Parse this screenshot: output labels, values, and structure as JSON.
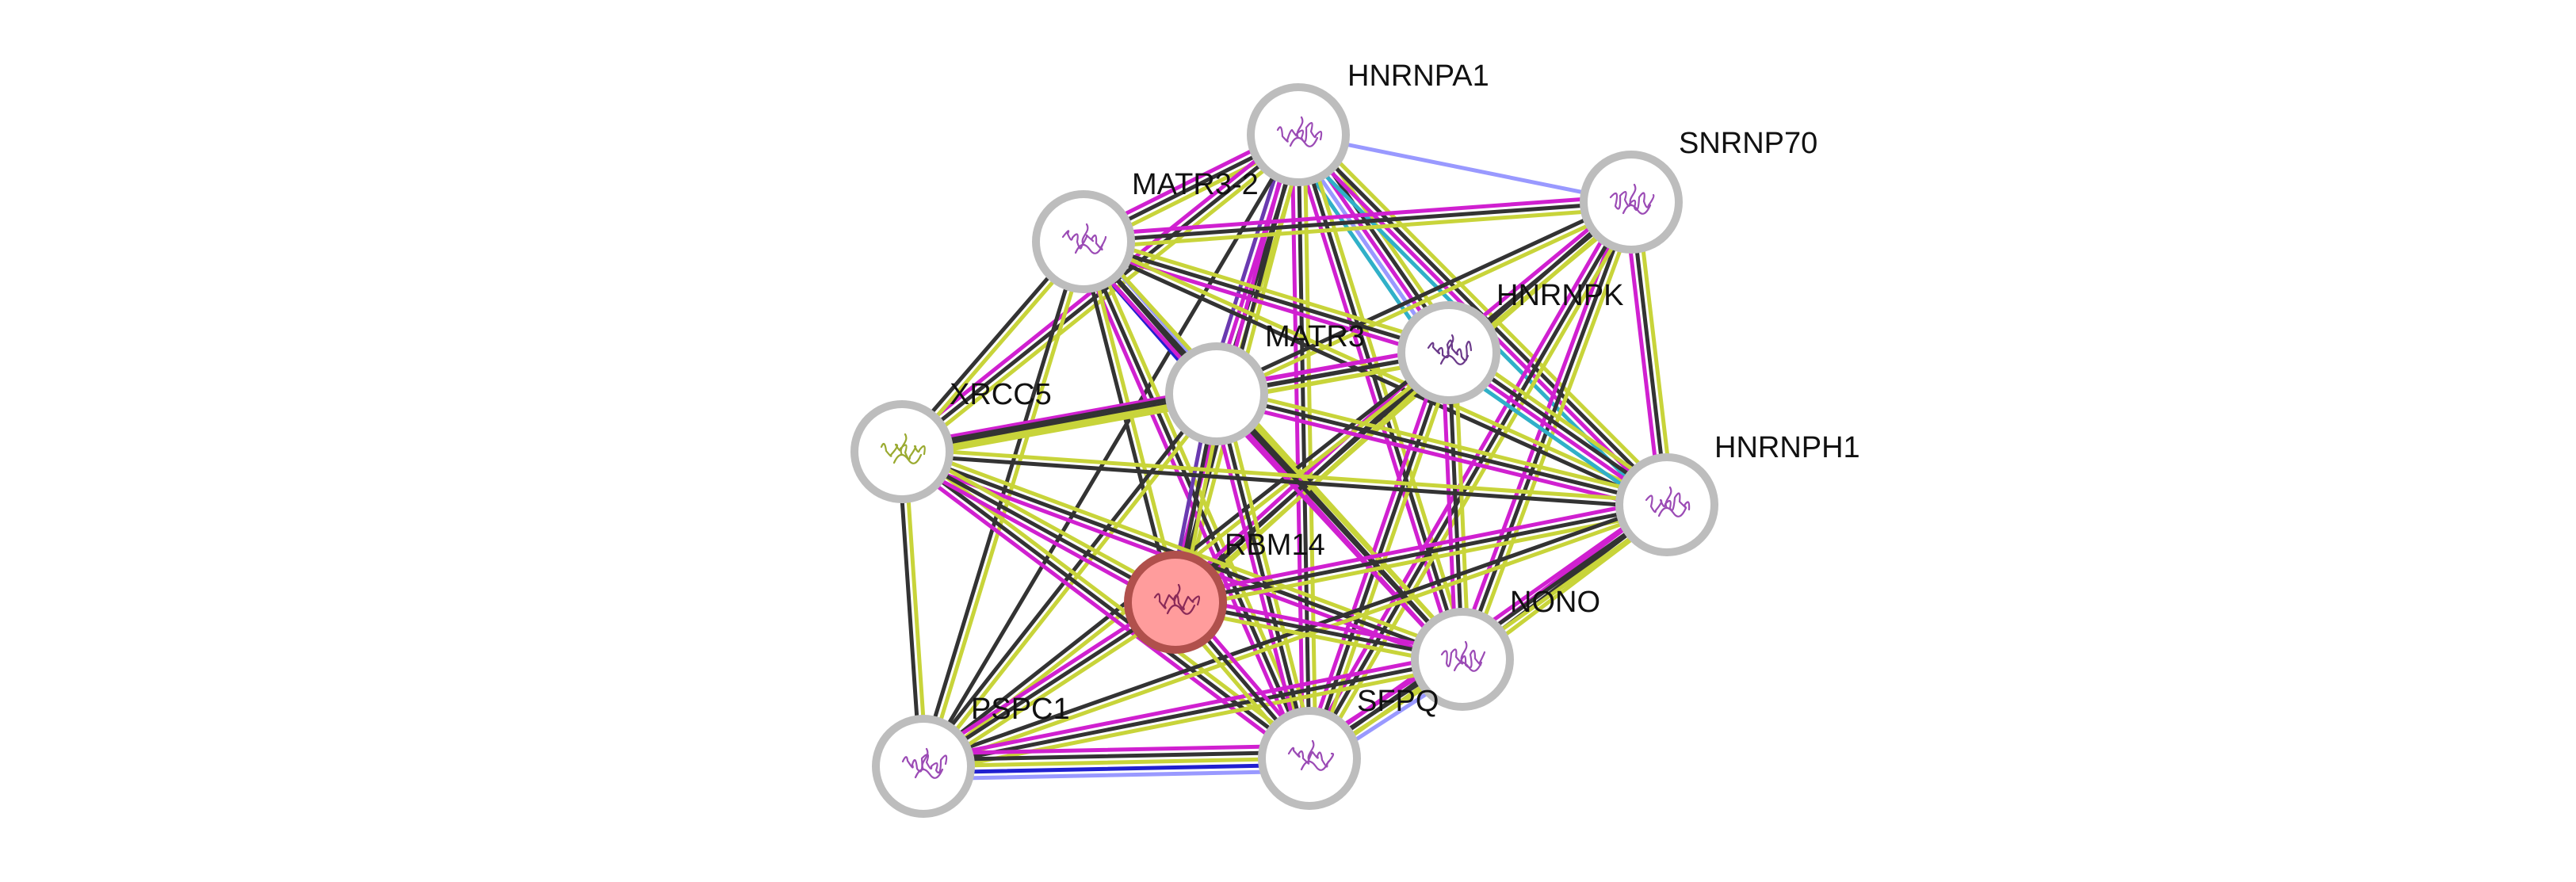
{
  "network": {
    "nodes": [
      {
        "id": "RBM14",
        "label": "RBM14",
        "query": true,
        "fill": "#ff9c9c",
        "ring": "#b0504c",
        "glyph_color": "#8a2a58"
      },
      {
        "id": "HNRNPA1",
        "label": "HNRNPA1",
        "query": false,
        "fill": "#ffffff",
        "ring": "#bdbdbd",
        "glyph_color": "#9b4bb5"
      },
      {
        "id": "SNRNP70",
        "label": "SNRNP70",
        "query": false,
        "fill": "#ffffff",
        "ring": "#bdbdbd",
        "glyph_color": "#9b4bb5"
      },
      {
        "id": "MATR3-2",
        "label": "MATR3-2",
        "query": false,
        "fill": "#ffffff",
        "ring": "#bdbdbd",
        "glyph_color": "#9b4bb5"
      },
      {
        "id": "HNRNPK",
        "label": "HNRNPK",
        "query": false,
        "fill": "#ffffff",
        "ring": "#bdbdbd",
        "glyph_color": "#6b3a8a"
      },
      {
        "id": "MATR3",
        "label": "MATR3",
        "query": false,
        "fill": "#ffffff",
        "ring": "#bdbdbd",
        "glyph_color": ""
      },
      {
        "id": "XRCC5",
        "label": "XRCC5",
        "query": false,
        "fill": "#ffffff",
        "ring": "#bdbdbd",
        "glyph_color": "#9aaa30"
      },
      {
        "id": "HNRNPH1",
        "label": "HNRNPH1",
        "query": false,
        "fill": "#ffffff",
        "ring": "#bdbdbd",
        "glyph_color": "#9b4bb5"
      },
      {
        "id": "NONO",
        "label": "NONO",
        "query": false,
        "fill": "#ffffff",
        "ring": "#bdbdbd",
        "glyph_color": "#9b4bb5"
      },
      {
        "id": "SFPQ",
        "label": "SFPQ",
        "query": false,
        "fill": "#ffffff",
        "ring": "#bdbdbd",
        "glyph_color": "#9b4bb5"
      },
      {
        "id": "PSPC1",
        "label": "PSPC1",
        "query": false,
        "fill": "#ffffff",
        "ring": "#bdbdbd",
        "glyph_color": "#9b4bb5"
      }
    ],
    "edges": [
      {
        "from": "HNRNPA1",
        "to": "SNRNP70",
        "colors": [
          "#9999ff"
        ]
      },
      {
        "from": "HNRNPA1",
        "to": "MATR3-2",
        "colors": [
          "#c8d43a",
          "#333333",
          "#d020d0"
        ]
      },
      {
        "from": "HNRNPA1",
        "to": "HNRNPK",
        "colors": [
          "#c8d43a",
          "#333333",
          "#d020d0",
          "#9999ff",
          "#30b0c8"
        ]
      },
      {
        "from": "HNRNPA1",
        "to": "MATR3",
        "colors": [
          "#c8d43a",
          "#333333",
          "#d020d0",
          "#6a3ab0"
        ]
      },
      {
        "from": "HNRNPA1",
        "to": "XRCC5",
        "colors": [
          "#c8d43a",
          "#333333",
          "#d020d0"
        ]
      },
      {
        "from": "HNRNPA1",
        "to": "HNRNPH1",
        "colors": [
          "#c8d43a",
          "#333333",
          "#d020d0",
          "#30b0c8"
        ]
      },
      {
        "from": "HNRNPA1",
        "to": "NONO",
        "colors": [
          "#c8d43a",
          "#333333",
          "#d020d0"
        ]
      },
      {
        "from": "HNRNPA1",
        "to": "SFPQ",
        "colors": [
          "#c8d43a",
          "#333333",
          "#d020d0"
        ]
      },
      {
        "from": "HNRNPA1",
        "to": "RBM14",
        "colors": [
          "#c8d43a",
          "#333333",
          "#d020d0"
        ]
      },
      {
        "from": "HNRNPA1",
        "to": "PSPC1",
        "colors": [
          "#333333"
        ]
      },
      {
        "from": "SNRNP70",
        "to": "MATR3-2",
        "colors": [
          "#c8d43a",
          "#333333",
          "#d020d0"
        ]
      },
      {
        "from": "SNRNP70",
        "to": "HNRNPK",
        "colors": [
          "#c8d43a",
          "#333333",
          "#d020d0"
        ]
      },
      {
        "from": "SNRNP70",
        "to": "MATR3",
        "colors": [
          "#c8d43a",
          "#333333"
        ]
      },
      {
        "from": "SNRNP70",
        "to": "HNRNPH1",
        "colors": [
          "#c8d43a",
          "#333333",
          "#d020d0"
        ]
      },
      {
        "from": "SNRNP70",
        "to": "NONO",
        "colors": [
          "#c8d43a",
          "#333333",
          "#d020d0"
        ]
      },
      {
        "from": "SNRNP70",
        "to": "SFPQ",
        "colors": [
          "#c8d43a",
          "#333333",
          "#d020d0"
        ]
      },
      {
        "from": "SNRNP70",
        "to": "RBM14",
        "colors": [
          "#c8d43a",
          "#333333"
        ]
      },
      {
        "from": "MATR3-2",
        "to": "HNRNPK",
        "colors": [
          "#c8d43a",
          "#333333",
          "#d020d0"
        ]
      },
      {
        "from": "MATR3-2",
        "to": "MATR3",
        "colors": [
          "#9999ff",
          "#333333",
          "#2020d0"
        ]
      },
      {
        "from": "MATR3-2",
        "to": "XRCC5",
        "colors": [
          "#c8d43a",
          "#333333"
        ]
      },
      {
        "from": "MATR3-2",
        "to": "HNRNPH1",
        "colors": [
          "#c8d43a",
          "#333333"
        ]
      },
      {
        "from": "MATR3-2",
        "to": "NONO",
        "colors": [
          "#c8d43a",
          "#333333",
          "#d020d0"
        ]
      },
      {
        "from": "MATR3-2",
        "to": "SFPQ",
        "colors": [
          "#c8d43a",
          "#333333",
          "#d020d0"
        ]
      },
      {
        "from": "MATR3-2",
        "to": "RBM14",
        "colors": [
          "#c8d43a",
          "#333333"
        ]
      },
      {
        "from": "MATR3-2",
        "to": "PSPC1",
        "colors": [
          "#c8d43a",
          "#333333"
        ]
      },
      {
        "from": "HNRNPK",
        "to": "MATR3",
        "colors": [
          "#c8d43a",
          "#333333",
          "#d020d0"
        ]
      },
      {
        "from": "HNRNPK",
        "to": "XRCC5",
        "colors": [
          "#c8d43a",
          "#333333",
          "#d020d0"
        ]
      },
      {
        "from": "HNRNPK",
        "to": "HNRNPH1",
        "colors": [
          "#c8d43a",
          "#333333",
          "#d020d0",
          "#30b0c8"
        ]
      },
      {
        "from": "HNRNPK",
        "to": "NONO",
        "colors": [
          "#c8d43a",
          "#333333",
          "#d020d0"
        ]
      },
      {
        "from": "HNRNPK",
        "to": "SFPQ",
        "colors": [
          "#c8d43a",
          "#333333",
          "#d020d0"
        ]
      },
      {
        "from": "HNRNPK",
        "to": "RBM14",
        "colors": [
          "#c8d43a",
          "#333333",
          "#d020d0"
        ]
      },
      {
        "from": "HNRNPK",
        "to": "PSPC1",
        "colors": [
          "#c8d43a",
          "#333333"
        ]
      },
      {
        "from": "MATR3",
        "to": "XRCC5",
        "colors": [
          "#c8d43a",
          "#333333"
        ]
      },
      {
        "from": "MATR3",
        "to": "HNRNPH1",
        "colors": [
          "#c8d43a",
          "#333333",
          "#d020d0"
        ]
      },
      {
        "from": "MATR3",
        "to": "NONO",
        "colors": [
          "#c8d43a",
          "#333333",
          "#d020d0"
        ]
      },
      {
        "from": "MATR3",
        "to": "SFPQ",
        "colors": [
          "#c8d43a",
          "#333333",
          "#d020d0"
        ]
      },
      {
        "from": "MATR3",
        "to": "RBM14",
        "colors": [
          "#c8d43a",
          "#333333",
          "#6a3ab0"
        ]
      },
      {
        "from": "MATR3",
        "to": "PSPC1",
        "colors": [
          "#c8d43a",
          "#333333"
        ]
      },
      {
        "from": "XRCC5",
        "to": "HNRNPH1",
        "colors": [
          "#c8d43a",
          "#333333"
        ]
      },
      {
        "from": "XRCC5",
        "to": "NONO",
        "colors": [
          "#c8d43a",
          "#333333",
          "#d020d0"
        ]
      },
      {
        "from": "XRCC5",
        "to": "SFPQ",
        "colors": [
          "#c8d43a",
          "#333333",
          "#d020d0"
        ]
      },
      {
        "from": "XRCC5",
        "to": "RBM14",
        "colors": [
          "#c8d43a",
          "#333333",
          "#d020d0"
        ]
      },
      {
        "from": "XRCC5",
        "to": "PSPC1",
        "colors": [
          "#c8d43a",
          "#333333"
        ]
      },
      {
        "from": "HNRNPH1",
        "to": "NONO",
        "colors": [
          "#c8d43a",
          "#333333",
          "#d020d0"
        ]
      },
      {
        "from": "HNRNPH1",
        "to": "SFPQ",
        "colors": [
          "#c8d43a",
          "#333333",
          "#d020d0"
        ]
      },
      {
        "from": "HNRNPH1",
        "to": "RBM14",
        "colors": [
          "#c8d43a",
          "#333333",
          "#d020d0"
        ]
      },
      {
        "from": "HNRNPH1",
        "to": "PSPC1",
        "colors": [
          "#c8d43a",
          "#333333"
        ]
      },
      {
        "from": "NONO",
        "to": "SFPQ",
        "colors": [
          "#9999ff",
          "#c8d43a",
          "#333333",
          "#d020d0"
        ]
      },
      {
        "from": "NONO",
        "to": "RBM14",
        "colors": [
          "#c8d43a",
          "#333333",
          "#d020d0"
        ]
      },
      {
        "from": "NONO",
        "to": "PSPC1",
        "colors": [
          "#c8d43a",
          "#333333",
          "#d020d0"
        ]
      },
      {
        "from": "SFPQ",
        "to": "RBM14",
        "colors": [
          "#c8d43a",
          "#333333",
          "#d020d0"
        ]
      },
      {
        "from": "SFPQ",
        "to": "PSPC1",
        "colors": [
          "#9999ff",
          "#2020d0",
          "#c8d43a",
          "#333333",
          "#d020d0"
        ]
      },
      {
        "from": "RBM14",
        "to": "PSPC1",
        "colors": [
          "#c8d43a",
          "#333333",
          "#d020d0"
        ]
      }
    ]
  }
}
